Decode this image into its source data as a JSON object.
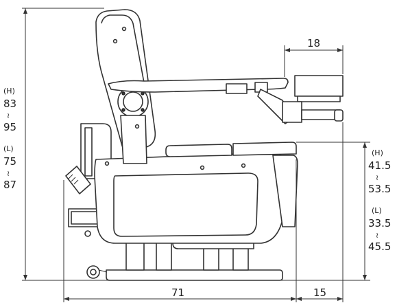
{
  "dimensions": {
    "overall_height": {
      "h_label": "(H)",
      "h_min": "83",
      "h_sep": "≀",
      "h_max": "95",
      "l_label": "(L)",
      "l_min": "75",
      "l_sep": "≀",
      "l_max": "87"
    },
    "seat_height": {
      "h_label": "(H)",
      "h_min": "41.5",
      "h_sep": "≀",
      "h_max": "53.5",
      "l_label": "(L)",
      "l_min": "33.5",
      "l_sep": "≀",
      "l_max": "45.5"
    },
    "depth": "71",
    "rear_offset": "15",
    "tray_width": "18"
  }
}
